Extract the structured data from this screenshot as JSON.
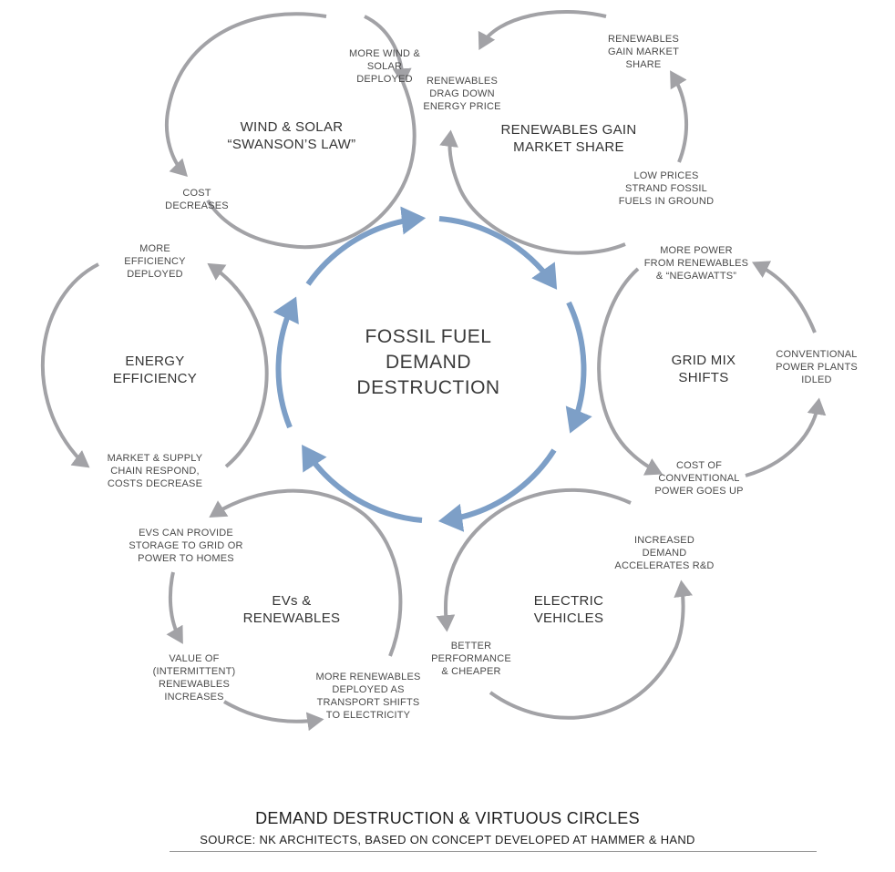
{
  "colors": {
    "center_arrow": "#7d9fc7",
    "cycle_arrow": "#a2a2a6",
    "text": "#4a4a4a"
  },
  "center": {
    "title": "FOSSIL FUEL\nDEMAND\nDESTRUCTION"
  },
  "cycles": {
    "wind_solar": {
      "title": "WIND & SOLAR\n“SWANSON’S LAW”",
      "steps": [
        "MORE WIND &\nSOLAR\nDEPLOYED",
        "COST\nDECREASES"
      ]
    },
    "renewables_share": {
      "title": "RENEWABLES GAIN\nMARKET SHARE",
      "steps": [
        "RENEWABLES\nGAIN MARKET\nSHARE",
        "LOW PRICES\nSTRAND FOSSIL\nFUELS IN GROUND",
        "RENEWABLES\nDRAG DOWN\nENERGY PRICE"
      ]
    },
    "grid_mix": {
      "title": "GRID MIX\nSHIFTS",
      "steps": [
        "MORE POWER\nFROM RENEWABLES\n& “NEGAWATTS”",
        "CONVENTIONAL\nPOWER PLANTS\nIDLED",
        "COST OF\nCONVENTIONAL\nPOWER GOES UP"
      ]
    },
    "electric_vehicles": {
      "title": "ELECTRIC\nVEHICLES",
      "steps": [
        "INCREASED\nDEMAND\nACCELERATES R&D",
        "BETTER\nPERFORMANCE\n& CHEAPER"
      ]
    },
    "evs_renewables": {
      "title": "EVs &\nRENEWABLES",
      "steps": [
        "EVs CAN PROVIDE\nSTORAGE TO GRID OR\nPOWER TO HOMES",
        "VALUE OF\n(INTERMITTENT)\nRENEWABLES\nINCREASES",
        "MORE RENEWABLES\nDEPLOYED AS\nTRANSPORT SHIFTS\nTO ELECTRICITY"
      ]
    },
    "energy_efficiency": {
      "title": "ENERGY\nEFFICIENCY",
      "steps": [
        "MORE\nEFFICIENCY\nDEPLOYED",
        "MARKET & SUPPLY\nCHAIN RESPOND,\nCOSTS DECREASE"
      ]
    }
  },
  "caption": {
    "title": "DEMAND DESTRUCTION & VIRTUOUS CIRCLES",
    "source": "SOURCE: NK ARCHITECTS, BASED ON CONCEPT DEVELOPED AT HAMMER & HAND"
  }
}
